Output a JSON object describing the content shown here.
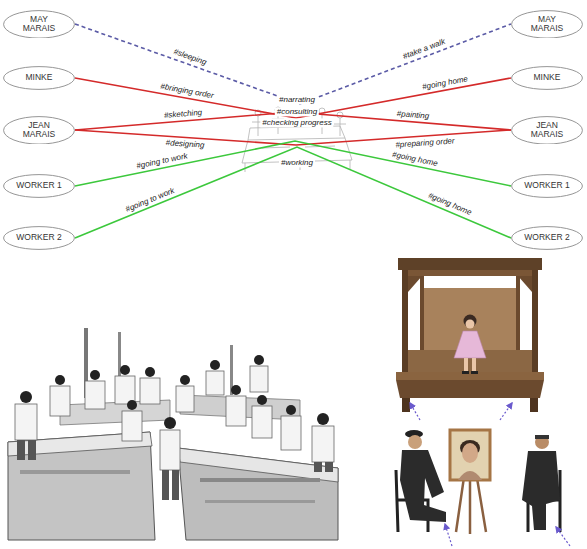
{
  "diagram": {
    "nodes": [
      {
        "text": [
          "MAY MARAIS"
        ]
      },
      {
        "text": [
          "MAY MARAIS"
        ]
      },
      {
        "text": [
          "MINKE"
        ]
      },
      {
        "text": [
          "MINKE"
        ]
      },
      {
        "text": [
          "JEAN MARAIS"
        ]
      },
      {
        "text": [
          "JEAN MARAIS"
        ]
      },
      {
        "text": [
          "WORKER 1"
        ]
      },
      {
        "text": [
          "WORKER 1"
        ]
      },
      {
        "text": [
          "WORKER 2"
        ]
      },
      {
        "text": [
          "WORKER 2"
        ]
      }
    ],
    "edges": [
      {
        "from": 0,
        "to": 1,
        "label": "#sleeping",
        "arrow": "none"
      },
      {
        "from": 2,
        "to": 3,
        "label": "#bringing order",
        "arrow": "none"
      },
      {
        "from": 4,
        "to": 5,
        "label": "#sketching",
        "arrow": "none"
      },
      {
        "from": 4,
        "to": 5,
        "label": "#designing",
        "arrow": "none"
      },
      {
        "from": 6,
        "to": 7,
        "label": "#going to work",
        "arrow": "none"
      },
      {
        "from": 8,
        "to": 9,
        "label": "#going to work",
        "arrow": "none"
      }
    ],
    "labels": [
      "#narrating",
      "#consulting",
      "#checking progress",
      "#working",
      "#take a walk",
      "#going home",
      "#painting",
      "#preparing order",
      "#going home",
      "#going home"
    ]
  }
}
